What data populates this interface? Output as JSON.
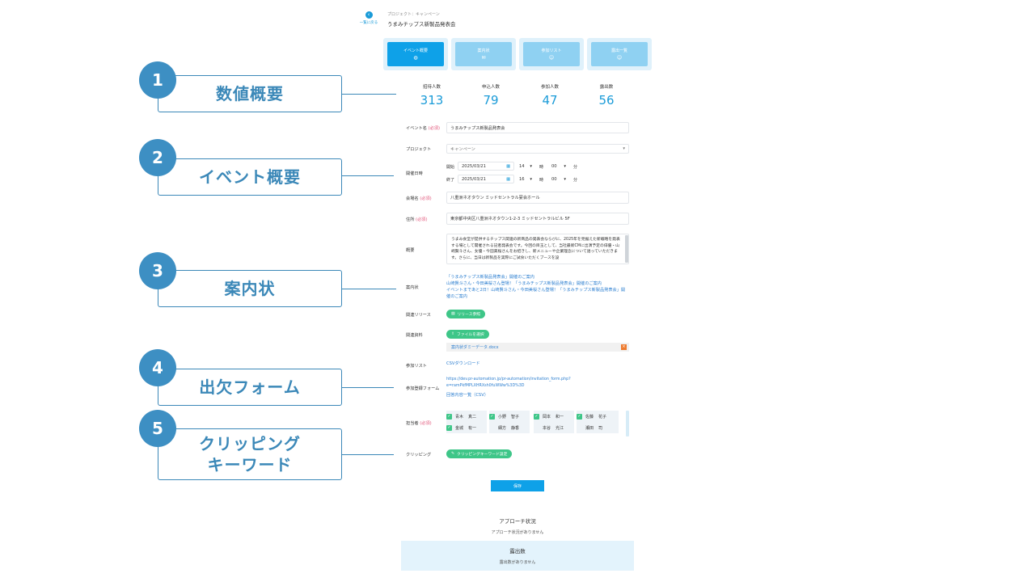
{
  "callouts": [
    {
      "num": "1",
      "label": "数値概要"
    },
    {
      "num": "2",
      "label": "イベント概要"
    },
    {
      "num": "3",
      "label": "案内状"
    },
    {
      "num": "4",
      "label": "出欠フォーム"
    },
    {
      "num": "5",
      "label_line1": "クリッピング",
      "label_line2": "キーワード"
    }
  ],
  "header": {
    "back_label": "一覧に戻る",
    "breadcrumb": "プロジェクト：キャンペーン",
    "title": "うまみチップス新製品発表会"
  },
  "tabs": [
    {
      "label": "イベント概要",
      "icon": "globe-icon",
      "glyph": "◍",
      "active": true
    },
    {
      "label": "案内状",
      "icon": "mail-icon",
      "glyph": "✉",
      "active": false
    },
    {
      "label": "参加リスト",
      "icon": "people-icon",
      "glyph": "☺",
      "active": false
    },
    {
      "label": "露出一覧",
      "icon": "people-icon",
      "glyph": "☺",
      "active": false
    }
  ],
  "stats": [
    {
      "label": "招待人数",
      "value": "313"
    },
    {
      "label": "申込人数",
      "value": "79"
    },
    {
      "label": "参加人数",
      "value": "47"
    },
    {
      "label": "露出数",
      "value": "56"
    }
  ],
  "form": {
    "required_mark": "(必須)",
    "event_name_label": "イベント名",
    "event_name_value": "うまみチップス新製品発表会",
    "project_label": "プロジェクト",
    "project_value": "キャンペーン",
    "datetime_label": "開催日時",
    "start_label": "開始",
    "end_label": "終了",
    "start_date": "2025/03/21",
    "end_date": "2025/03/21",
    "start_hour": "14",
    "end_hour": "16",
    "start_min": "00",
    "end_min": "00",
    "hour_unit": "時",
    "min_unit": "分",
    "venue_label": "会場名",
    "venue_value": "八重洲ネオタウン ミッドセントラル宴会ホール",
    "address_label": "住所",
    "address_value": "東京都中央区八重洲ネオタウン1-2-3 ミッドセントラルビル 5F",
    "summary_label": "概要",
    "summary_value": "うまみ食堂が提供するチップス関連の新商品の発表会ならびに、2025年を見据えた新戦略を発表する場として開催される記者発表会です。今回の目玉として、当社最新CMに出演予定の俳優・山崎賢斗さん、女優・今田美桜さんをお招きし、新メニューや企業理念について語っていただきます。さらに、当日は新製品を実際にご試食いただくブースを設",
    "invitation_label": "案内状",
    "invitation_links": [
      "「うまみチップス新製品発表会」開催のご案内",
      "山崎賢斗さん・今田美桜さん登場！「うまみチップス新製品発表会」開催のご案内",
      "イベントまであと2日！山崎賢斗さん・今田美桜さん登場！「うまみチップス新製品発表会」開",
      "催のご案内"
    ],
    "release_label": "関連リリース",
    "release_button": "リリース参照",
    "material_label": "関連資料",
    "material_button": "ファイルを選択",
    "material_file": "案内状ダミーデータ.docx",
    "participants_label": "参加リスト",
    "csv_download": "CSVダウンロード",
    "rsvp_label": "参加登録フォーム",
    "rsvp_url_line1": "https://dev.pr-automation.jp/pr-automation/invitation_form.php?",
    "rsvp_url_line2": "e=ramPkfMPLXHRXsh0fuWWw%3D%3D",
    "rsvp_list": "回答内容一覧（CSV）",
    "staff_label": "担当者",
    "staff": [
      {
        "first": "青木",
        "last": "真二"
      },
      {
        "first": "小野",
        "last": "智子"
      },
      {
        "first": "岡本",
        "last": "和一"
      },
      {
        "first": "佐藤",
        "last": "花子"
      },
      {
        "first": "金城",
        "last": "有一"
      },
      {
        "first": "細方",
        "last": "静香"
      },
      {
        "first": "本谷",
        "last": "光江"
      },
      {
        "first": "瀬田",
        "last": "司"
      }
    ],
    "clipping_label": "クリッピング",
    "clipping_button": "クリッピングキーワード設定",
    "save_button": "保存"
  },
  "approach": {
    "title": "アプローチ状況",
    "message": "アプローチ状況がありません"
  },
  "exposure": {
    "title": "露出数",
    "message": "露出数がありません"
  },
  "colors": {
    "accent": "#0ea1e8",
    "callout": "#3b88b8",
    "green": "#3ec688",
    "required": "#e2557a"
  }
}
